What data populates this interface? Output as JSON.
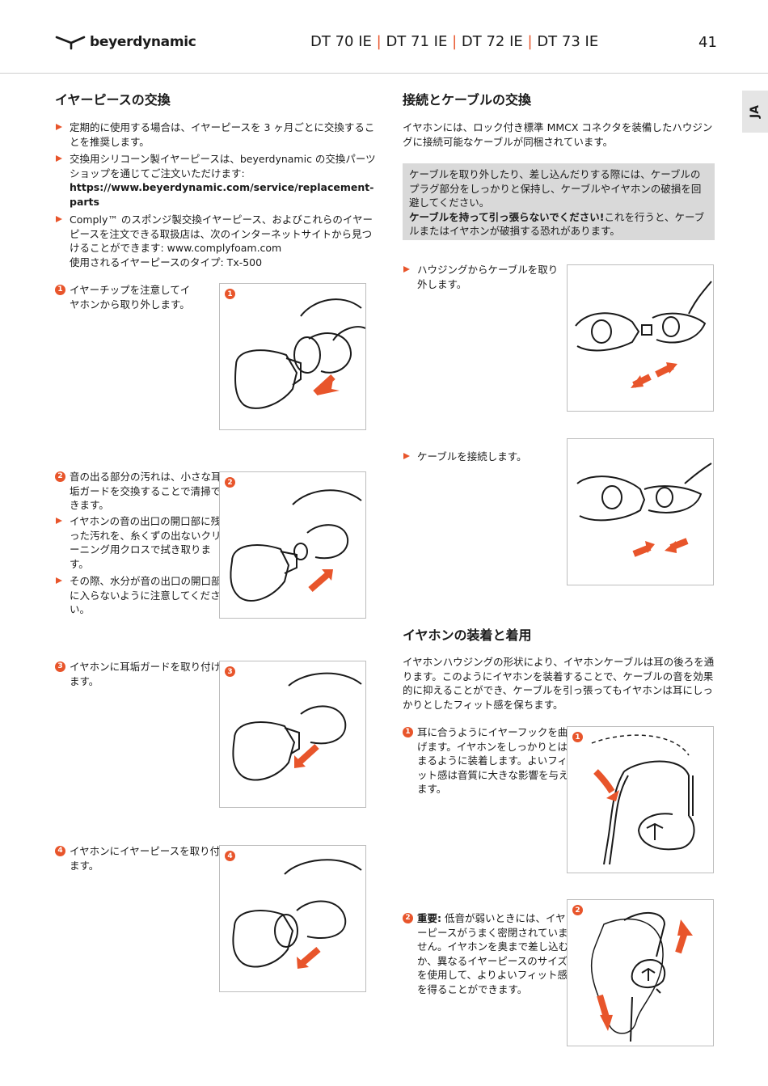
{
  "header": {
    "brand": "beyerdynamic",
    "models": [
      "DT 70 IE",
      "DT 71 IE",
      "DT 72 IE",
      "DT 73 IE"
    ],
    "separator": "|",
    "page_number": "41",
    "lang_tab": "JA"
  },
  "left": {
    "heading": "イヤーピースの交換",
    "bullets": [
      {
        "text": "定期的に使用する場合は、イヤーピースを 3 ヶ月ごとに交換することを推奨します。"
      },
      {
        "text": "交換用シリコーン製イヤーピースは、beyerdynamic の交換パーツショップを通じてご注文いただけます:",
        "link": "https://www.beyerdynamic.com/service/replacement-parts"
      },
      {
        "text": "Comply™ のスポンジ製交換イヤーピース、およびこれらのイヤーピースを注文できる取扱店は、次のインターネットサイトから見つけることができます: www.complyfoam.com",
        "extra": "使用されるイヤーピースのタイプ: Tx-500"
      }
    ],
    "steps": [
      {
        "num": "1",
        "text": "イヤーチップを注意してイヤホンから取り外します。"
      },
      {
        "num": "2",
        "text": "音の出る部分の汚れは、小さな耳垢ガードを交換することで清掃できます。",
        "subbullets": [
          "イヤホンの音の出口の開口部に残った汚れを、糸くずの出ないクリーニング用クロスで拭き取ります。",
          "その際、水分が音の出口の開口部に入らないように注意してください。"
        ]
      },
      {
        "num": "3",
        "text": "イヤホンに耳垢ガードを取り付けます。"
      },
      {
        "num": "4",
        "text": "イヤホンにイヤーピースを取り付けます。"
      }
    ]
  },
  "right": {
    "heading1": "接続とケーブルの交換",
    "intro1": "イヤホンには、ロック付き標準 MMCX コネクタを装備したハウジングに接続可能なケーブルが同梱されています。",
    "warning_text": "ケーブルを取り外したり、差し込んだりする際には、ケーブルのプラグ部分をしっかりと保持し、ケーブルやイヤホンの破損を回避してください。",
    "warning_bold": "ケーブルを持って引っ張らないでください!",
    "warning_tail": "これを行うと、ケーブルまたはイヤホンが破損する恐れがあります。",
    "cable_steps": [
      "ハウジングからケーブルを取り外します。",
      "ケーブルを接続します。"
    ],
    "heading2": "イヤホンの装着と着用",
    "intro2": "イヤホンハウジングの形状により、イヤホンケーブルは耳の後ろを通ります。このようにイヤホンを装着することで、ケーブルの音を効果的に抑えることができ、ケーブルを引っ張ってもイヤホンは耳にしっかりとしたフィット感を保ちます。",
    "wear_steps": [
      {
        "num": "1",
        "text": "耳に合うようにイヤーフックを曲げます。イヤホンをしっかりとはまるように装着します。よいフィット感は音質に大きな影響を与えます。"
      },
      {
        "num": "2",
        "bold": "重要:",
        "text": "低音が弱いときには、イヤーピースがうまく密閉されていません。イヤホンを奥まで差し込むか、異なるイヤーピースのサイズを使用して、よりよいフィット感を得ることができます。"
      }
    ]
  },
  "figure_labels": [
    "1",
    "2",
    "3",
    "4",
    "1",
    "2"
  ],
  "colors": {
    "accent": "#e8552b",
    "warning_bg": "#d9d9d9",
    "rule": "#cfcfcf"
  }
}
